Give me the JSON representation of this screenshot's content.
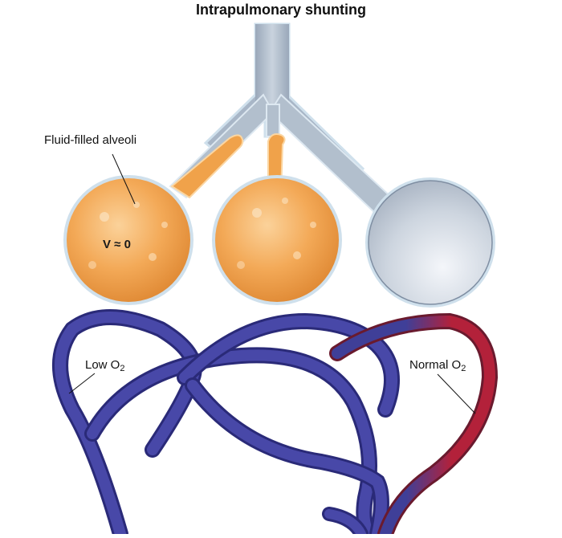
{
  "title": "Intrapulmonary shunting",
  "labels": {
    "fluid_alveoli": "Fluid-filled alveoli",
    "ventilation": "V ≈ 0",
    "low_o2": {
      "text": "Low O",
      "sub": "2"
    },
    "normal_o2": {
      "text": "Normal O",
      "sub": "2"
    }
  },
  "colors": {
    "airway": "#a9b7c8",
    "fluid": "#f0a24a",
    "deoxygenated": "#3f3f98",
    "oxygenated": "#b3213a"
  }
}
